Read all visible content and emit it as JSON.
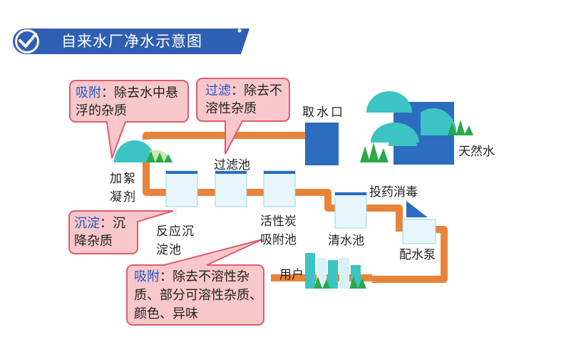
{
  "header": {
    "title": "自来水厂净水示意图",
    "icon": "check-icon",
    "accent": "#2f5fb3"
  },
  "colors": {
    "pipe": "#e8843a",
    "tank": "#2b6cc0",
    "tank_light": "#e6f6fb",
    "hill": "#3cc3c3",
    "grass": "#2aa84a",
    "callout_fill": "#f7c7c9",
    "callout_stroke": "#e05a6e",
    "keyword": "#2255c8"
  },
  "stages": {
    "source_water": "天然水",
    "intake": "取水口",
    "coagulant": "加絮凝剂",
    "reaction_tank": "反应沉淀池",
    "filter_tank": "过滤池",
    "carbon_tank": "活性炭吸附池",
    "clean_tank": "清水池",
    "disinfect": "投药消毒",
    "pump": "配水泵",
    "users": "用户"
  },
  "callouts": {
    "adsorb_top": {
      "key": "吸附",
      "sep": "：",
      "text": "除去水中悬浮的杂质"
    },
    "filter": {
      "key": "过滤",
      "sep": "：",
      "text": "除去不溶性杂质"
    },
    "settle": {
      "key": "沉淀",
      "sep": "：",
      "text": "沉降杂质"
    },
    "adsorb_bottom": {
      "key": "吸附",
      "sep": "：",
      "text": "除去不溶性杂质、部分可溶性杂质、颜色、异味"
    }
  }
}
